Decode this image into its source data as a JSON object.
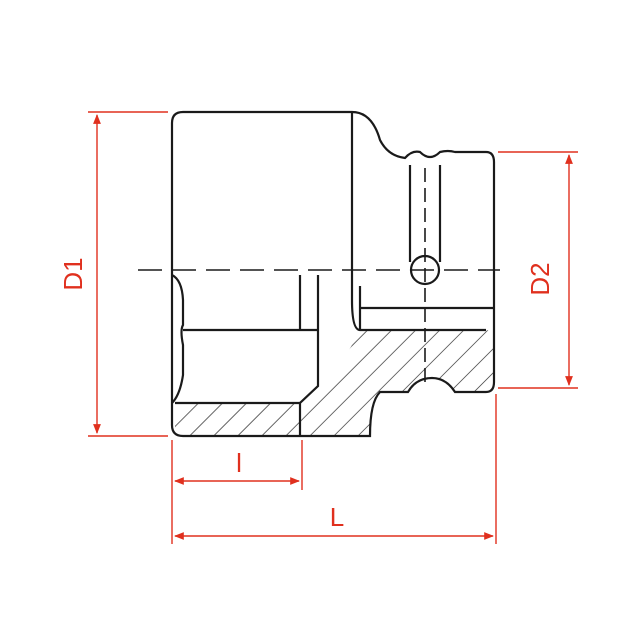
{
  "colors": {
    "outline": "#1a1a1a",
    "dimension": "#e0301e",
    "background": "#ffffff"
  },
  "labels": {
    "D1": "D1",
    "D2": "D2",
    "l": "l",
    "L": "L"
  }
}
